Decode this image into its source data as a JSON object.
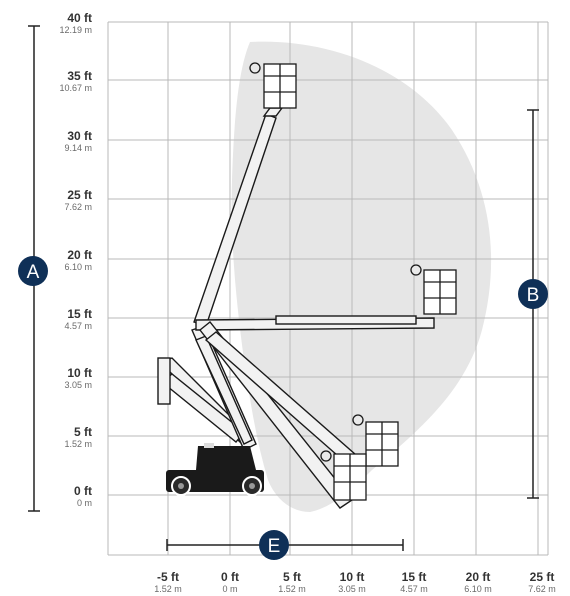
{
  "diagram": {
    "y_ticks": [
      {
        "ft": "40 ft",
        "m": "12.19 m"
      },
      {
        "ft": "35 ft",
        "m": "10.67 m"
      },
      {
        "ft": "30 ft",
        "m": "9.14 m"
      },
      {
        "ft": "25 ft",
        "m": "7.62 m"
      },
      {
        "ft": "20 ft",
        "m": "6.10 m"
      },
      {
        "ft": "15 ft",
        "m": "4.57 m"
      },
      {
        "ft": "10 ft",
        "m": "3.05 m"
      },
      {
        "ft": "5 ft",
        "m": "1.52 m"
      },
      {
        "ft": "0 ft",
        "m": "0 m"
      }
    ],
    "x_ticks": [
      {
        "ft": "-5 ft",
        "m": "1.52 m"
      },
      {
        "ft": "0 ft",
        "m": "0 m"
      },
      {
        "ft": "5 ft",
        "m": "1.52 m"
      },
      {
        "ft": "10 ft",
        "m": "3.05 m"
      },
      {
        "ft": "15 ft",
        "m": "4.57 m"
      },
      {
        "ft": "20 ft",
        "m": "6.10 m"
      },
      {
        "ft": "25 ft",
        "m": "7.62 m"
      }
    ],
    "markers": {
      "a": "A",
      "b": "B",
      "e": "E"
    },
    "colors": {
      "grid": "#b9b9b9",
      "envelope": "#e6e6e6",
      "badge": "#0f3057",
      "machine": "#1a1a1a",
      "boom": "#f2f2f2",
      "dimension": "#222222"
    }
  }
}
